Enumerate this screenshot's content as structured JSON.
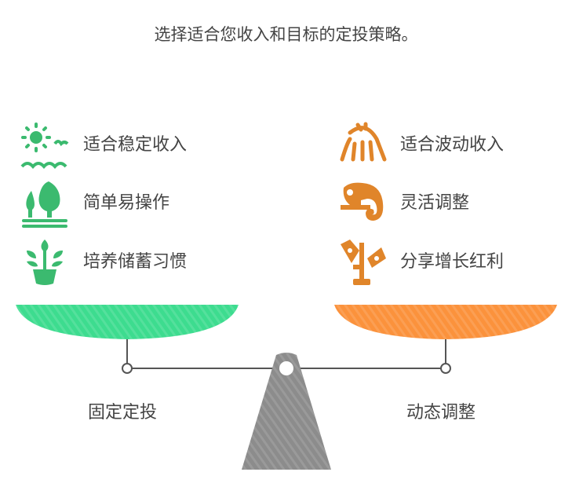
{
  "title": "选择适合您收入和目标的定投策略。",
  "colors": {
    "left_bowl": "#3ddc8f",
    "left_icon": "#3bba6f",
    "right_bowl": "#fb923c",
    "right_icon": "#e0852a",
    "fulcrum": "#8c8c8c",
    "beam": "#555555"
  },
  "left": {
    "label": "固定定投",
    "items": [
      {
        "icon": "sun-waves-icon",
        "text": "适合稳定收入"
      },
      {
        "icon": "trees-icon",
        "text": "简单易操作"
      },
      {
        "icon": "potted-plant-icon",
        "text": "培养储蓄习惯"
      }
    ]
  },
  "right": {
    "label": "动态调整",
    "items": [
      {
        "icon": "jellyfish-icon",
        "text": "适合波动收入"
      },
      {
        "icon": "chameleon-icon",
        "text": "灵活调整"
      },
      {
        "icon": "money-plant-icon",
        "text": "分享增长红利"
      }
    ]
  }
}
